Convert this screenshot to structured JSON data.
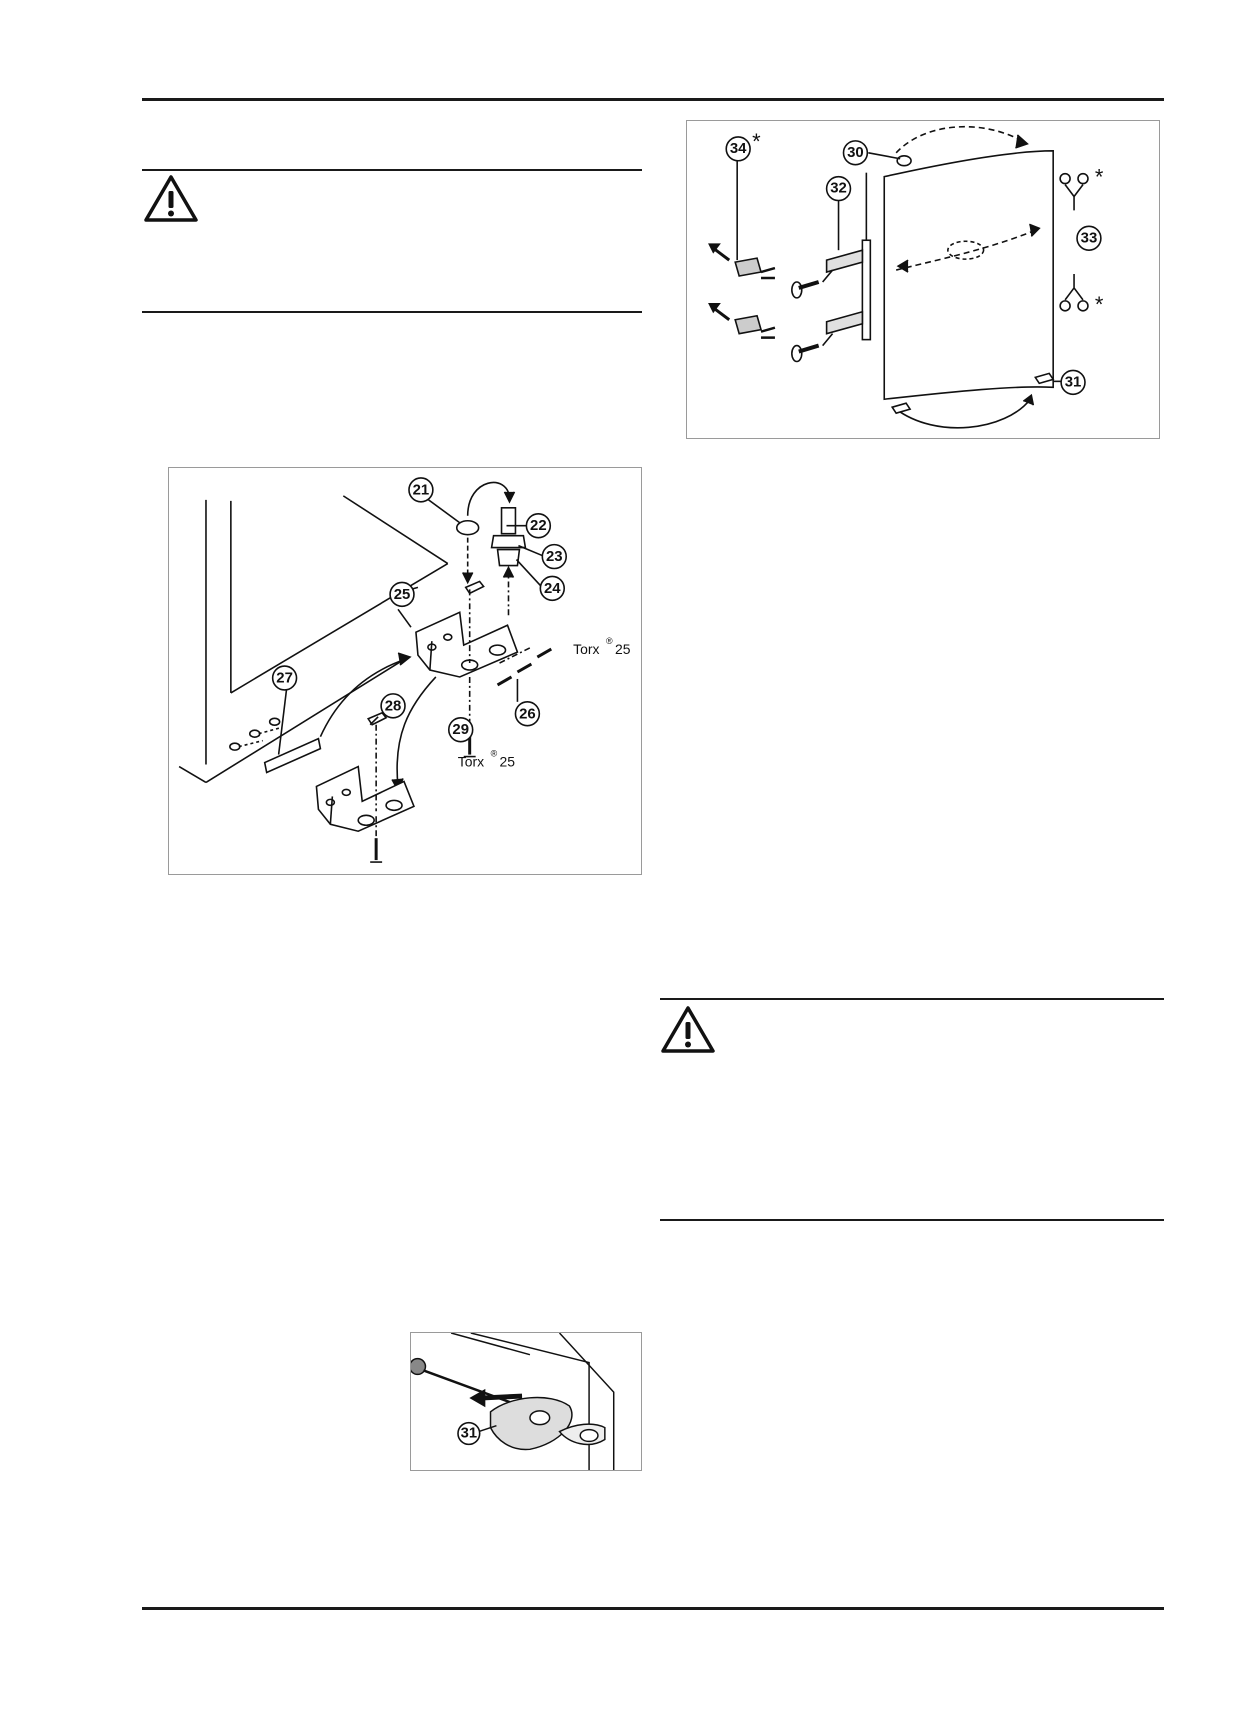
{
  "figure1": {
    "callouts": [
      "21",
      "22",
      "23",
      "24",
      "25",
      "26",
      "27",
      "28",
      "29"
    ],
    "torx_brand": "Torx",
    "torx_mark": "®",
    "torx_size": "25"
  },
  "figure2": {
    "callouts": [
      "30",
      "31",
      "32",
      "33",
      "34"
    ],
    "asterisk": "*"
  },
  "figure3": {
    "callouts": [
      "31"
    ]
  },
  "icons": {
    "warning": "warning-triangle-icon"
  }
}
